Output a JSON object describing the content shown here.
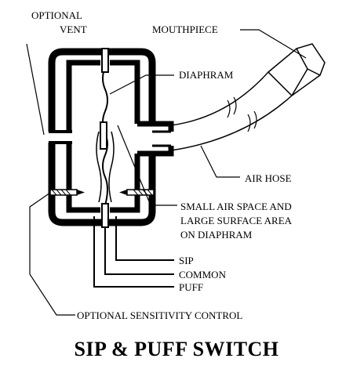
{
  "labels": {
    "optional_vent_1": "OPTIONAL",
    "optional_vent_2": "VENT",
    "mouthpiece": "MOUTHPIECE",
    "diaphram": "DIAPHRAM",
    "air_hose": "AIR HOSE",
    "air_space_1": "SMALL AIR SPACE AND",
    "air_space_2": "LARGE SURFACE AREA",
    "air_space_3": "ON DIAPHRAM",
    "sip": "SIP",
    "common": "COMMON",
    "puff": "PUFF",
    "sensitivity": "OPTIONAL SENSITIVITY CONTROL"
  },
  "title": "SIP & PUFF SWITCH",
  "colors": {
    "ink": "#000000",
    "paper": "#ffffff"
  }
}
